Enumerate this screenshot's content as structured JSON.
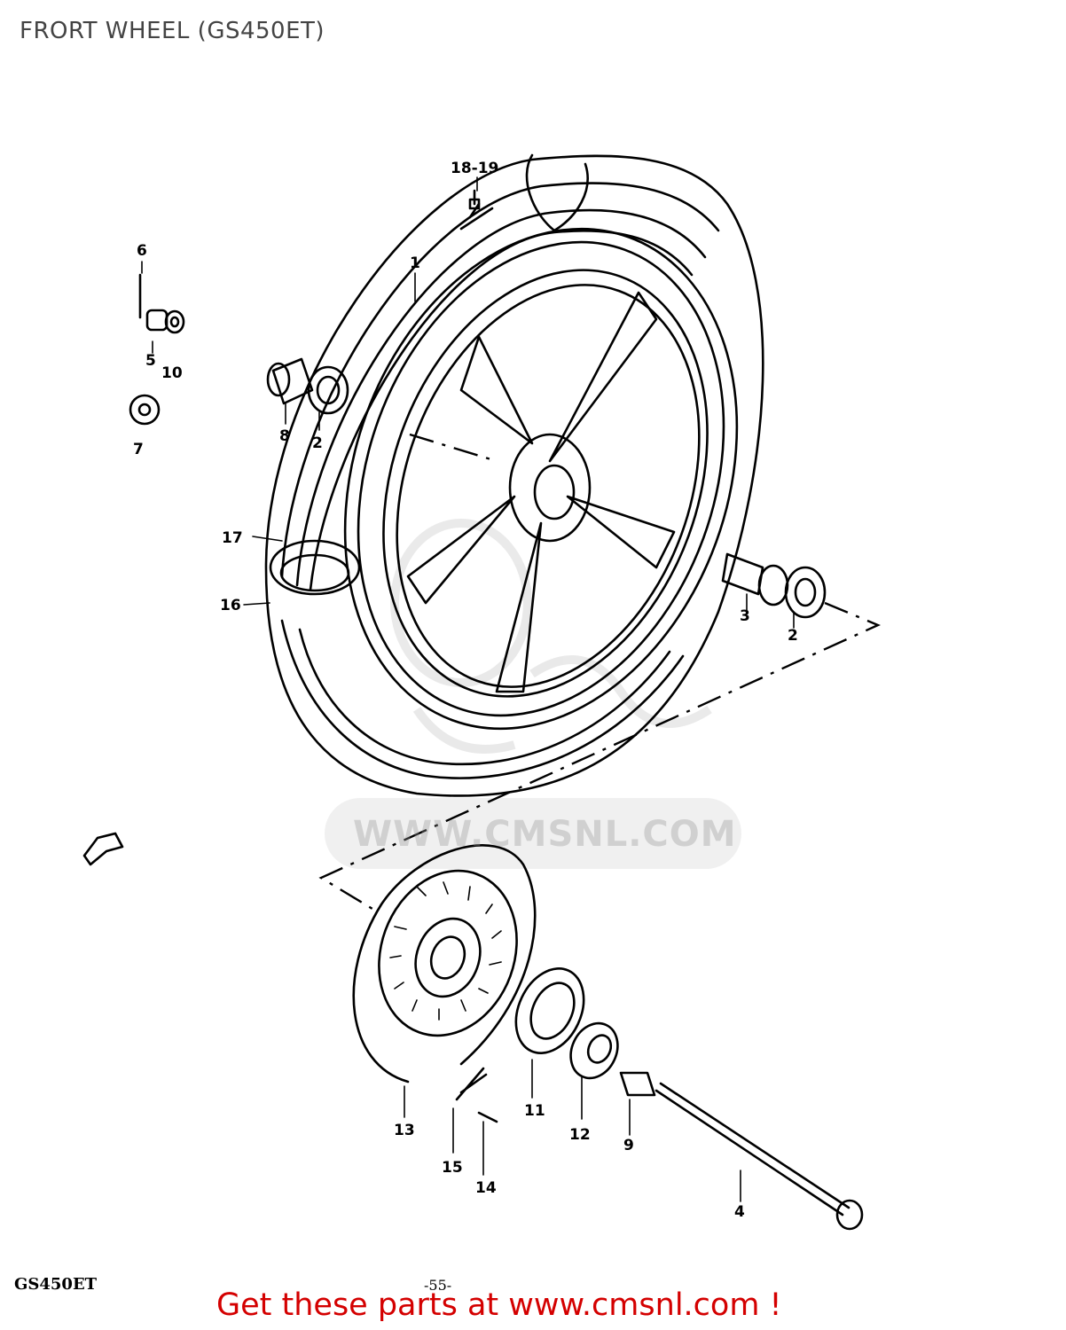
{
  "title": "FRORT WHEEL (GS450ET)",
  "watermark": "WWW.CMSNL.COM",
  "footer": {
    "model_code": "GS450ET",
    "page_number": "-55-",
    "promo": "Get these parts at www.cmsnl.com !"
  },
  "callouts": {
    "c1": "1",
    "c2a": "2",
    "c2b": "2",
    "c3": "3",
    "c4": "4",
    "c5": "5",
    "c6": "6",
    "c7": "7",
    "c8": "8",
    "c9": "9",
    "c10": "10",
    "c11": "11",
    "c12": "12",
    "c13": "13",
    "c14": "14",
    "c15": "15",
    "c16": "16",
    "c17": "17",
    "c1819": "18-19"
  },
  "icons": {
    "direction_arrow": "front-arrow-icon",
    "watermark_logo": "cms-logo"
  }
}
